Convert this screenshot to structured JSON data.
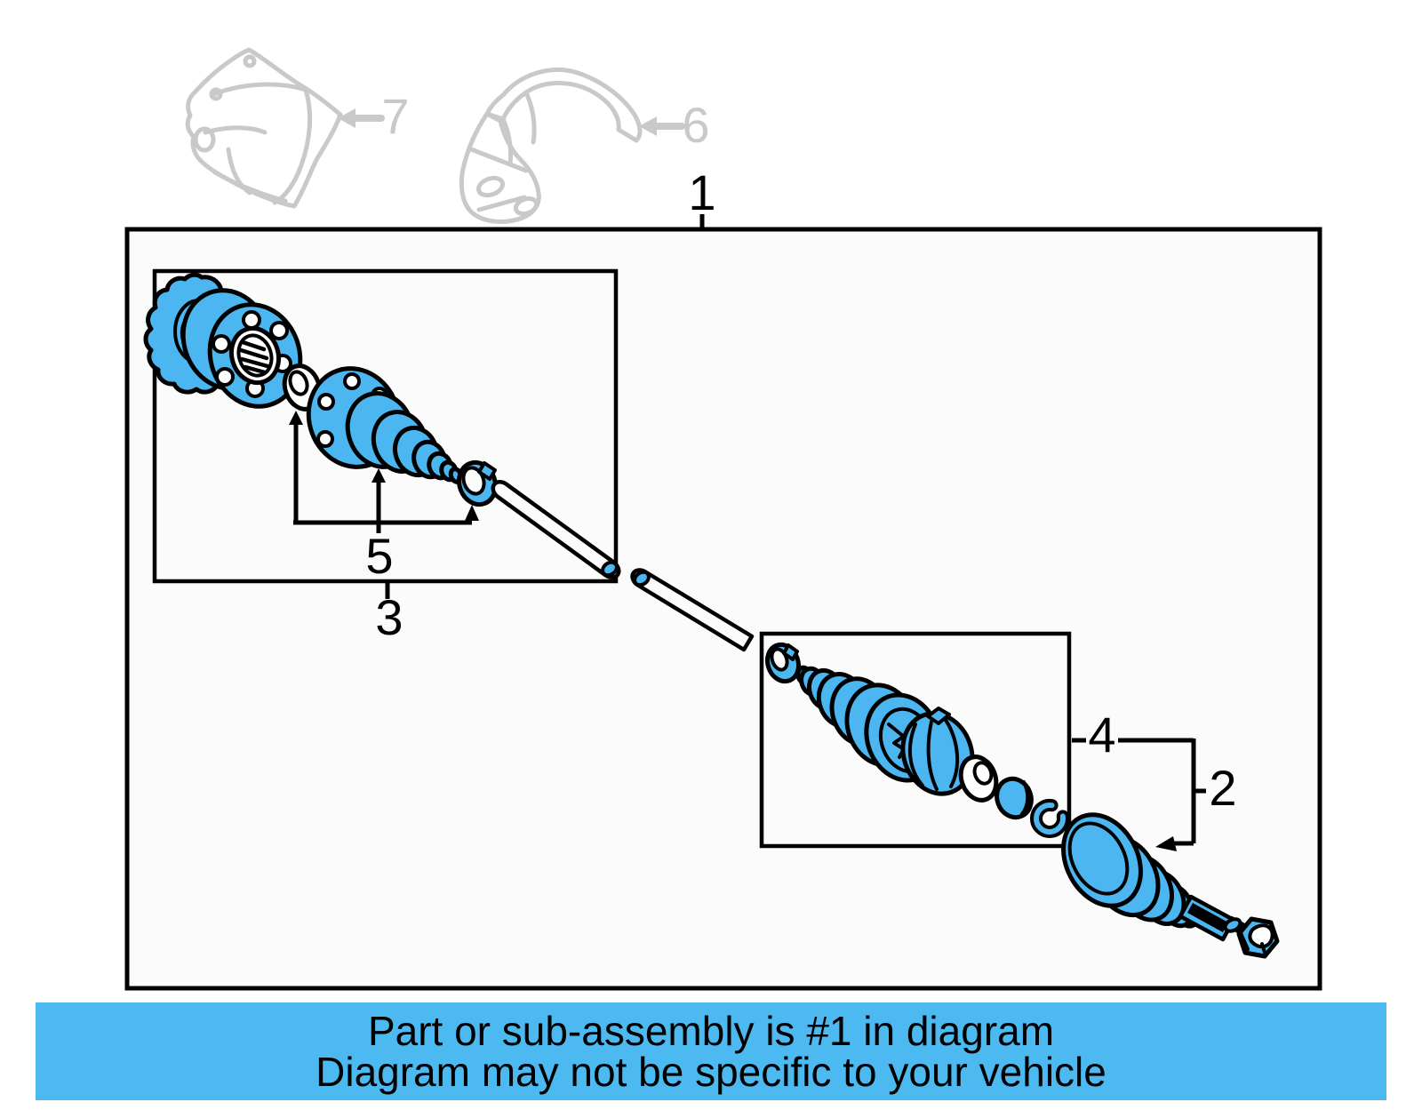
{
  "figure": {
    "type": "parts-diagram",
    "subject": "rear axle shaft assembly exploded view",
    "callouts": {
      "1": "1",
      "2": "2",
      "3": "3",
      "4": "4",
      "5": "5",
      "6": "6",
      "7": "7"
    },
    "colors": {
      "part_fill": "#4BB6EF",
      "outline": "#000000",
      "ghost": "#C9C9C9",
      "panel_fill": "#FBFBFB",
      "background": "#FFFFFF"
    },
    "icons": {
      "callout_arrow": "left-arrow",
      "pointer_arrow": "up-arrow"
    }
  },
  "banner": {
    "bg": "#4DB9F1",
    "text_color": "#000000",
    "line1": "Part or sub-assembly is #1 in diagram",
    "line2": "Diagram may not be specific to your vehicle"
  }
}
